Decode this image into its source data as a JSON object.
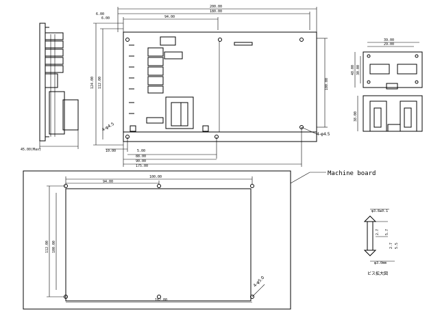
{
  "labels": {
    "machine_board": "Machine board",
    "screw_caption": "ビス拡大図"
  },
  "dims": {
    "top_overall": "200.00",
    "top_mid": "180.00",
    "top_inner": "94.00",
    "top_left_small": "6.00",
    "top_left_small2": "6.00",
    "left_vertical_outer": "124.00",
    "left_vertical_inner": "112.00",
    "right_vertical": "100.00",
    "bottom_5": "5.00",
    "bottom_10": "10.00",
    "bottom_88": "88.00",
    "bottom_90": "90.00",
    "bottom_175": "175.00",
    "hole_left": "4-φ4.5",
    "hole_right": "4-φ4.5",
    "side_depth": "45.00(Max)",
    "conn_width1": "39.00",
    "conn_width2": "29.00",
    "conn_height1": "48.00",
    "conn_height2": "30.00",
    "conn_side_height": "38.00",
    "cut_top": "100.00",
    "cut_inner": "94.00",
    "cut_bottom": "182.00",
    "cut_left_outer": "112.00",
    "cut_left_inner": "100.00",
    "cut_hole": "4-φ5.0",
    "screw_top": "φ3.8±0.1",
    "screw_dim1": "2.7",
    "screw_dim2": "5.7",
    "screw_dim3": "2.7",
    "screw_dim4": "5.5",
    "screw_bottom": "φ3.0mm"
  }
}
